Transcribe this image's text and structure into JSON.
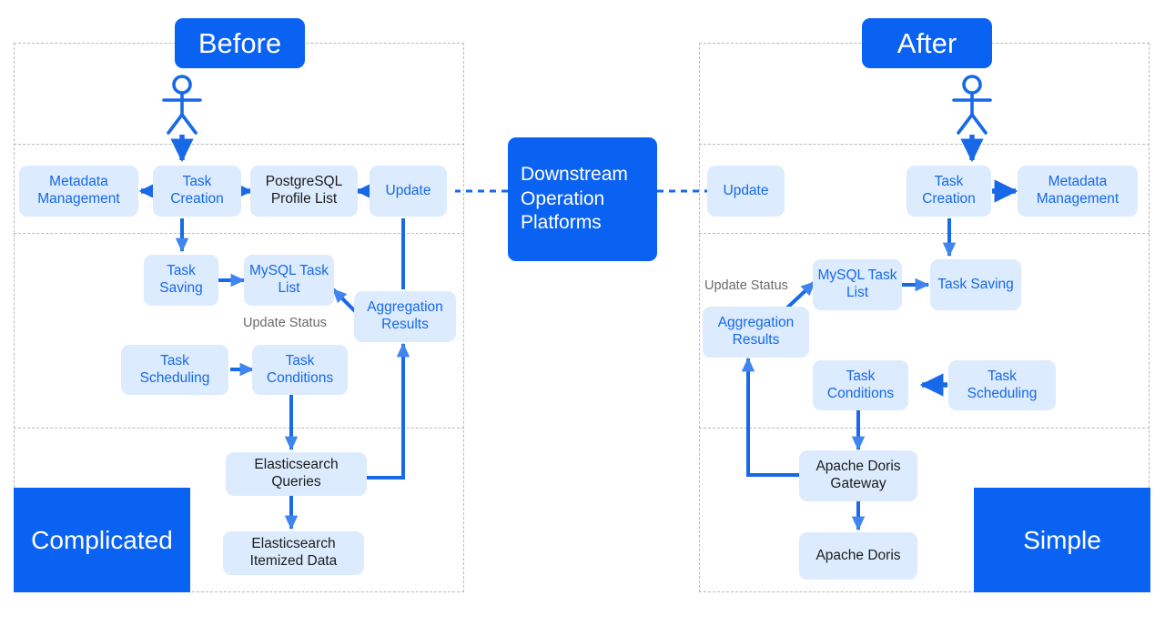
{
  "diagram": {
    "title_before": "Before",
    "title_after": "After",
    "verdict_left": "Complicated",
    "verdict_right": "Simple",
    "center_hub": "Downstream Operation Platforms",
    "status_label_left": "Update Status",
    "status_label_right": "Update Status",
    "actor_icon_left": "user-actor-icon",
    "actor_icon_right": "user-actor-icon"
  },
  "colors": {
    "accent": "#0a62f2",
    "node_fill": "#dcebfd",
    "node_text": "#1769e8",
    "node_text_dark": "#1c1c1c",
    "lane_border": "#b9b9b9",
    "arrow": "#1769e8",
    "status_text": "#6b6b6b"
  },
  "before": {
    "nodes": [
      {
        "id": "b-metadata",
        "label": "Metadata Management",
        "tone": "blue"
      },
      {
        "id": "b-taskcreate",
        "label": "Task Creation",
        "tone": "blue"
      },
      {
        "id": "b-postgres",
        "label": "PostgreSQL Profile List",
        "tone": "dark"
      },
      {
        "id": "b-update",
        "label": "Update",
        "tone": "blue"
      },
      {
        "id": "b-tasksave",
        "label": "Task Saving",
        "tone": "blue"
      },
      {
        "id": "b-mysql",
        "label": "MySQL Task List",
        "tone": "blue"
      },
      {
        "id": "b-aggr",
        "label": "Aggregation Results",
        "tone": "blue"
      },
      {
        "id": "b-sched",
        "label": "Task Scheduling",
        "tone": "blue"
      },
      {
        "id": "b-cond",
        "label": "Task Conditions",
        "tone": "blue"
      },
      {
        "id": "b-esq",
        "label": "Elasticsearch Queries",
        "tone": "dark"
      },
      {
        "id": "b-esdata",
        "label": "Elasticsearch Itemized Data",
        "tone": "dark"
      }
    ]
  },
  "after": {
    "nodes": [
      {
        "id": "a-update",
        "label": "Update",
        "tone": "blue"
      },
      {
        "id": "a-taskcreate",
        "label": "Task Creation",
        "tone": "blue"
      },
      {
        "id": "a-metadata",
        "label": "Metadata Management",
        "tone": "blue"
      },
      {
        "id": "a-aggr",
        "label": "Aggregation Results",
        "tone": "blue"
      },
      {
        "id": "a-mysql",
        "label": "MySQL Task List",
        "tone": "blue"
      },
      {
        "id": "a-tasksave",
        "label": "Task Saving",
        "tone": "blue"
      },
      {
        "id": "a-cond",
        "label": "Task Conditions",
        "tone": "blue"
      },
      {
        "id": "a-sched",
        "label": "Task Scheduling",
        "tone": "blue"
      },
      {
        "id": "a-gateway",
        "label": "Apache Doris Gateway",
        "tone": "dark"
      },
      {
        "id": "a-doris",
        "label": "Apache Doris",
        "tone": "dark"
      }
    ]
  }
}
